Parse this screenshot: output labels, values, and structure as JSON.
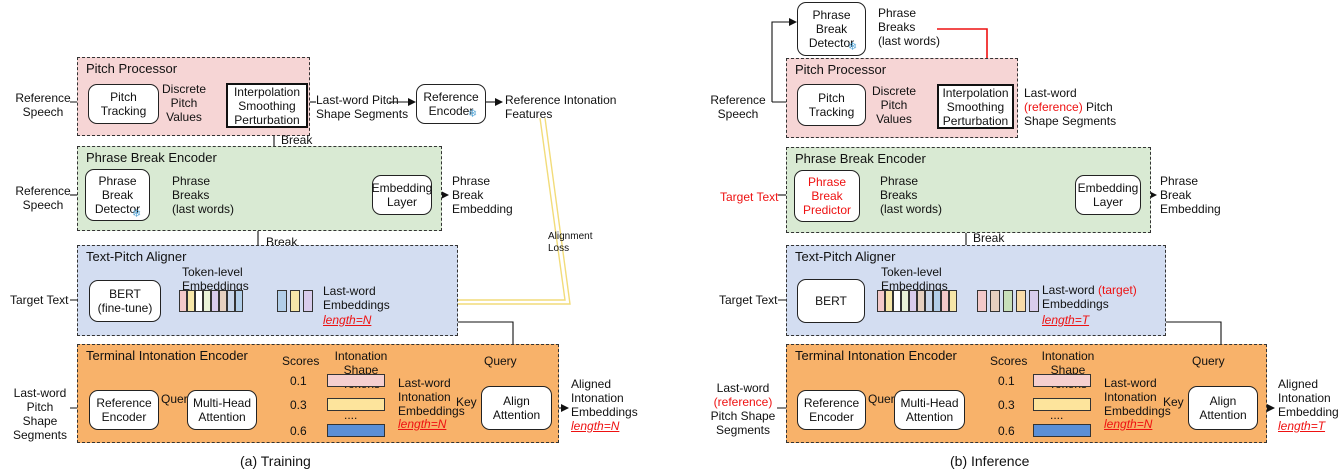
{
  "training": {
    "caption": "(a) Training",
    "reference_speech": "Reference\nSpeech",
    "reference_speech_2": "Reference\nSpeech",
    "pitch_processor": {
      "title": "Pitch Processor",
      "pitch_tracking": "Pitch\nTracking",
      "discrete_pitch": "Discrete\nPitch\nValues",
      "interp": "Interpolation\nSmoothing\nPerturbation",
      "last_word_segments": "Last-word Pitch\nShape Segments"
    },
    "reference_encoder": "Reference\nEncoder",
    "reference_features": "Reference Intonation\nFeatures",
    "break_locations_1": "Break\nLocations",
    "phrase_break_encoder": {
      "title": "Phrase Break Encoder",
      "detector": "Phrase\nBreak\nDetector",
      "phrase_breaks": "Phrase\nBreaks\n(last words)",
      "embedding_layer": "Embedding\nLayer",
      "phrase_break_embedding": "Phrase\nBreak\nEmbedding"
    },
    "alignment_loss": "Alignment\nLoss",
    "break_locations_2": "Break\nLocations",
    "text_pitch_aligner": {
      "title": "Text-Pitch Aligner",
      "target_text": "Target Text",
      "bert": "BERT\n(fine-tune)",
      "token_level": "Token-level\nEmbeddings",
      "last_word_emb": "Last-word\nEmbeddings",
      "length": "length=N"
    },
    "terminal_encoder": {
      "title": "Terminal Intonation Encoder",
      "input": "Last-word\nPitch Shape\nSegments",
      "reference_encoder": "Reference\nEncoder",
      "query_1": "Query",
      "mha": "Multi-Head\nAttention",
      "scores": "Scores",
      "shape_tokens": "Intonation\nShape Tokens",
      "s1": "0.1",
      "s2": "0.3",
      "s3": "0.6",
      "dots": "....",
      "last_word_int": "Last-word\nIntonation\nEmbeddings",
      "length": "length=N",
      "key": "Key",
      "query_2": "Query",
      "align_attention": "Align\nAttention",
      "aligned": "Aligned\nIntonation\nEmbeddings",
      "aligned_length": "length=N"
    }
  },
  "inference": {
    "caption": "(b) Inference",
    "detector": "Phrase\nBreak\nDetector",
    "phrase_breaks_top": "Phrase\nBreaks\n(last words)",
    "reference_speech": "Reference\nSpeech",
    "pitch_processor": {
      "title": "Pitch Processor",
      "pitch_tracking": "Pitch\nTracking",
      "discrete_pitch": "Discrete\nPitch\nValues",
      "interp": "Interpolation\nSmoothing\nPerturbation",
      "last_word_a": "Last-word",
      "last_word_ref": "(reference)",
      "last_word_b": "Pitch\nShape Segments"
    },
    "phrase_break_encoder": {
      "title": "Phrase Break Encoder",
      "target_text": "Target Text",
      "predictor": "Phrase\nBreak\nPredictor",
      "phrase_breaks": "Phrase\nBreaks\n(last words)",
      "embedding_layer": "Embedding\nLayer",
      "phrase_break_embedding": "Phrase\nBreak\nEmbedding"
    },
    "break_locations": "Break\nLocations",
    "text_pitch_aligner": {
      "title": "Text-Pitch Aligner",
      "target_text": "Target Text",
      "bert": "BERT",
      "token_level": "Token-level\nEmbeddings",
      "last_word_a": "Last-word",
      "last_word_target": "(target)",
      "last_word_b": "Embeddings",
      "length": "length=T"
    },
    "terminal_encoder": {
      "title": "Terminal Intonation Encoder",
      "input_a": "Last-word",
      "input_ref": "(reference)",
      "input_b": "Pitch Shape\nSegments",
      "reference_encoder": "Reference\nEncoder",
      "query_1": "Query",
      "mha": "Multi-Head\nAttention",
      "scores": "Scores",
      "shape_tokens": "Intonation\nShape Tokens",
      "s1": "0.1",
      "s2": "0.3",
      "s3": "0.6",
      "dots": "....",
      "last_word_int": "Last-word\nIntonation\nEmbeddings",
      "length": "length=N",
      "key": "Key",
      "query_2": "Query",
      "align_attention": "Align\nAttention",
      "aligned": "Aligned\nIntonation\nEmbeddings",
      "aligned_length": "length=T"
    }
  },
  "colors": {
    "pitch_region": "#f6d5d5",
    "phrase_region": "#d9ead3",
    "aligner_region": "#d3ddf1",
    "terminal_region": "#f8b26a",
    "highlight_red": "#e11111",
    "alignment_loss_line": "#f2dc7a",
    "token_colors": [
      "#f3c9c9",
      "#f6e6a8",
      "#ffffff",
      "#e9f2d8",
      "#d9ccec",
      "#e6d0bf",
      "#c8d6ea",
      "#b2cee8"
    ],
    "last_word_colors": [
      "#b2cee8",
      "#f6e6a8",
      "#d9ccec"
    ],
    "last_word_colors_inference": [
      "#f3c9c9",
      "#e6d0bf",
      "#c8e0ba",
      "#f8dca8",
      "#d9ccec"
    ],
    "shape_token_colors": [
      "#f5cfcf",
      "#fde49c",
      "#5b8fd6"
    ]
  },
  "icons": [
    "snowflake-icon"
  ]
}
